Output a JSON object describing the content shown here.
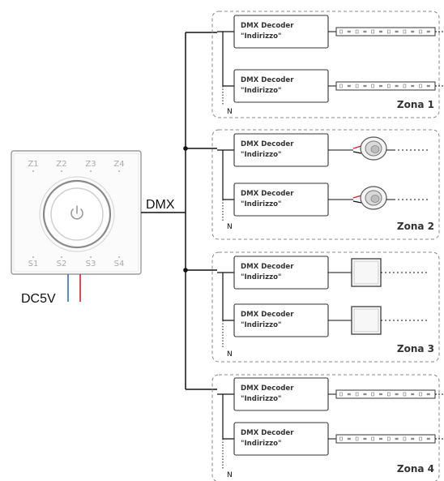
{
  "controller": {
    "top_buttons": [
      "Z1",
      "Z2",
      "Z3",
      "Z4"
    ],
    "bottom_buttons": [
      "S1",
      "S2",
      "S3",
      "S4"
    ],
    "power_icon": "power-icon",
    "supply_label": "DC5V"
  },
  "bus_label": "DMX",
  "decoder": {
    "line1": "DMX Decoder",
    "line2": "\"Indirizzo\""
  },
  "n_label": "N",
  "zones": [
    {
      "label": "Zona 1",
      "fixture": "led-strip"
    },
    {
      "label": "Zona 2",
      "fixture": "downlight"
    },
    {
      "label": "Zona 3",
      "fixture": "panel"
    },
    {
      "label": "Zona 4",
      "fixture": "led-strip"
    }
  ],
  "colors": {
    "wire": "#111111",
    "positive": "#d21f2b",
    "negative": "#2b6fc9",
    "dashed": "#888888"
  }
}
